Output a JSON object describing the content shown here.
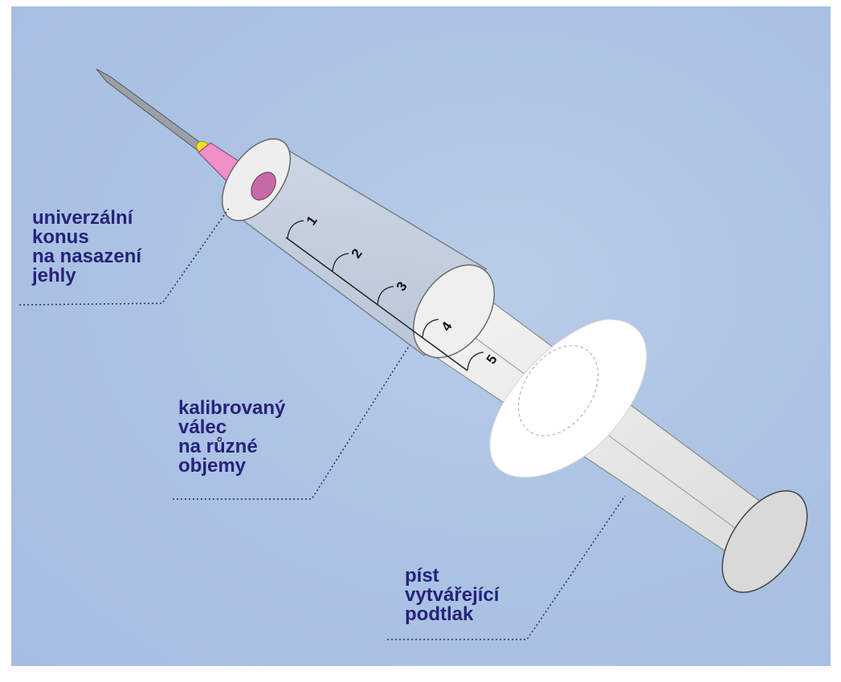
{
  "labels": {
    "cone": [
      "univerzální",
      "konus",
      "na nasazení",
      "jehly"
    ],
    "barrel": [
      "kalibrovaný",
      "válec",
      "na různé",
      "objemy"
    ],
    "plunger": [
      "píst",
      "vytvářející",
      "podtlak"
    ]
  },
  "scale_ticks": [
    "1",
    "2",
    "3",
    "4",
    "5"
  ],
  "colors": {
    "background": "#acc3e4",
    "label_text": "#26227a",
    "needle_hub": "#f08fc8",
    "needle_tip_collar": "#f4e21c",
    "flange": "#ffffff"
  }
}
